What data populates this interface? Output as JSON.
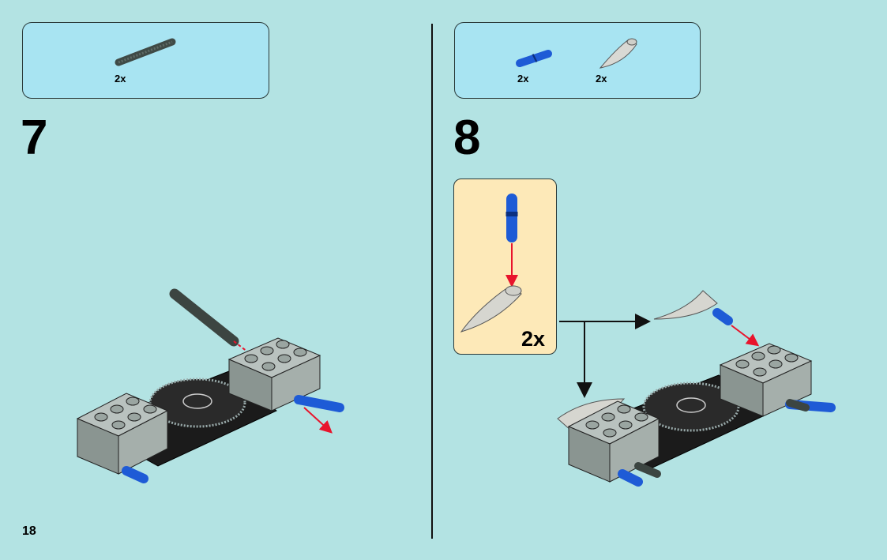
{
  "steps": [
    {
      "number": "7",
      "parts": [
        {
          "icon": "gray-axle-part-icon",
          "qty": "2x"
        }
      ]
    },
    {
      "number": "8",
      "parts": [
        {
          "icon": "blue-pin-part-icon",
          "qty": "2x"
        },
        {
          "icon": "curved-slope-part-icon",
          "qty": "2x"
        }
      ],
      "callout": {
        "qty": "2x"
      }
    }
  ],
  "page_number": "18",
  "colors": {
    "background": "#b3e3e3",
    "parts_box": "#a8e4f2",
    "callout_box": "#fde9b8",
    "arrow_red": "#e8142c",
    "pin_blue": "#1e5bd6"
  }
}
